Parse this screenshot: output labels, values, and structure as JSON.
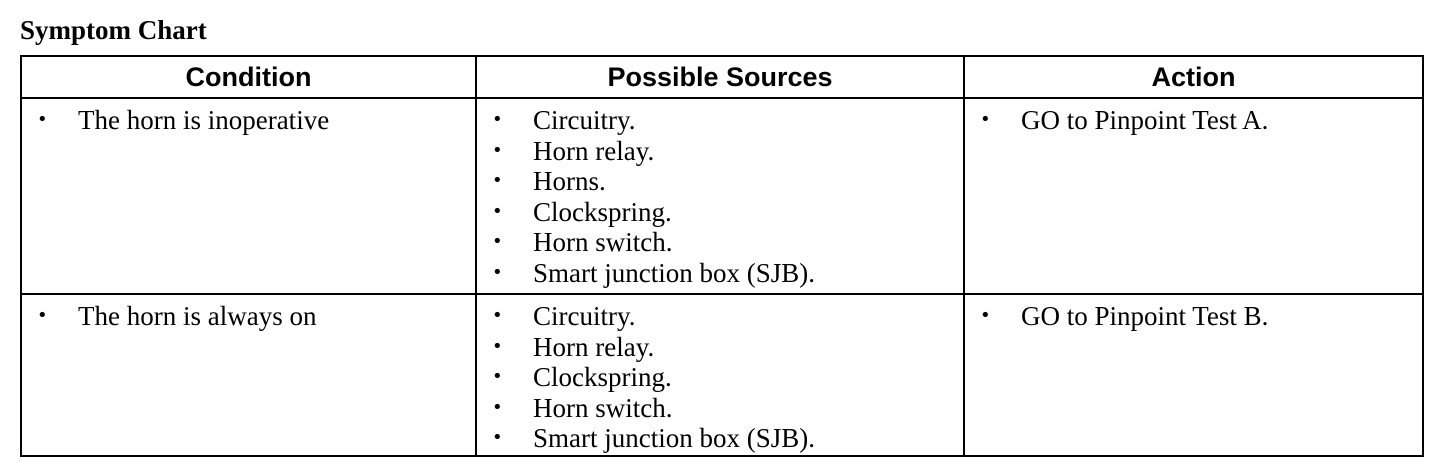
{
  "title": "Symptom Chart",
  "table": {
    "headers": [
      "Condition",
      "Possible Sources",
      "Action"
    ],
    "rows": [
      {
        "condition": "The horn is inoperative",
        "sources": [
          "Circuitry.",
          "Horn relay.",
          "Horns.",
          "Clockspring.",
          "Horn switch.",
          "Smart junction box (SJB)."
        ],
        "action": "GO to Pinpoint Test A."
      },
      {
        "condition": "The horn is always on",
        "sources": [
          "Circuitry.",
          "Horn relay.",
          "Clockspring.",
          "Horn switch.",
          "Smart junction box (SJB)."
        ],
        "action": "GO to Pinpoint Test B."
      }
    ]
  }
}
